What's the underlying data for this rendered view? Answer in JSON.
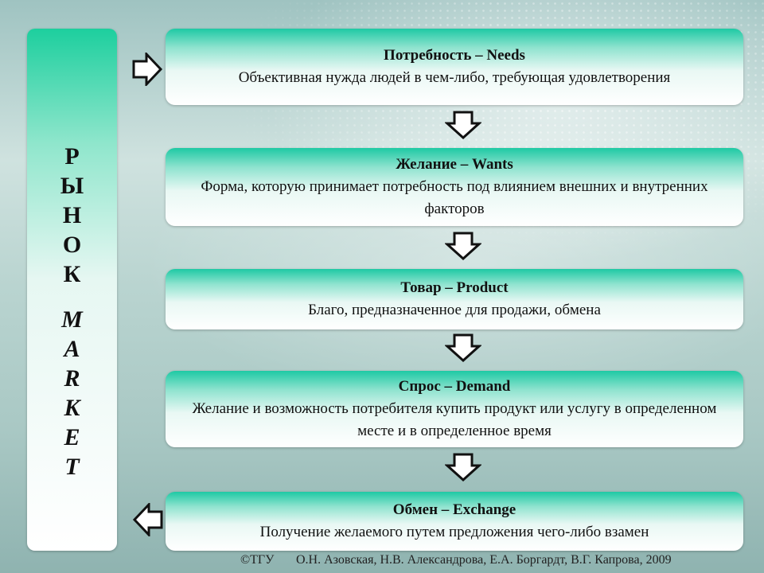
{
  "sidebar": {
    "ru_letters": [
      "Р",
      "Ы",
      "Н",
      "О",
      "К"
    ],
    "en_letters": [
      "M",
      "A",
      "R",
      "K",
      "E",
      "T"
    ]
  },
  "boxes": [
    {
      "title": "Потребность – Needs",
      "desc": "Объективная нужда людей в чем-либо, требующая удовлетворения"
    },
    {
      "title": "Желание – Wants",
      "desc": "Форма, которую принимает потребность под влиянием внешних и внутренних факторов"
    },
    {
      "title": "Товар – Product",
      "desc": "Благо, предназначенное для продажи, обмена"
    },
    {
      "title": "Спрос – Demand",
      "desc": "Желание и возможность потребителя купить продукт или услугу в определенном месте и в определенное время"
    },
    {
      "title": "Обмен – Exchange",
      "desc": "Получение желаемого путем предложения чего-либо взамен"
    }
  ],
  "arrows": {
    "left_top": "arrow-right-icon",
    "left_bottom": "arrow-left-icon",
    "between": "arrow-down-icon"
  },
  "footer": {
    "org": "©ТГУ",
    "authors": "О.Н. Азовская, Н.В. Александрова, Е.А. Боргардт, В.Г. Капрова, 2009"
  }
}
